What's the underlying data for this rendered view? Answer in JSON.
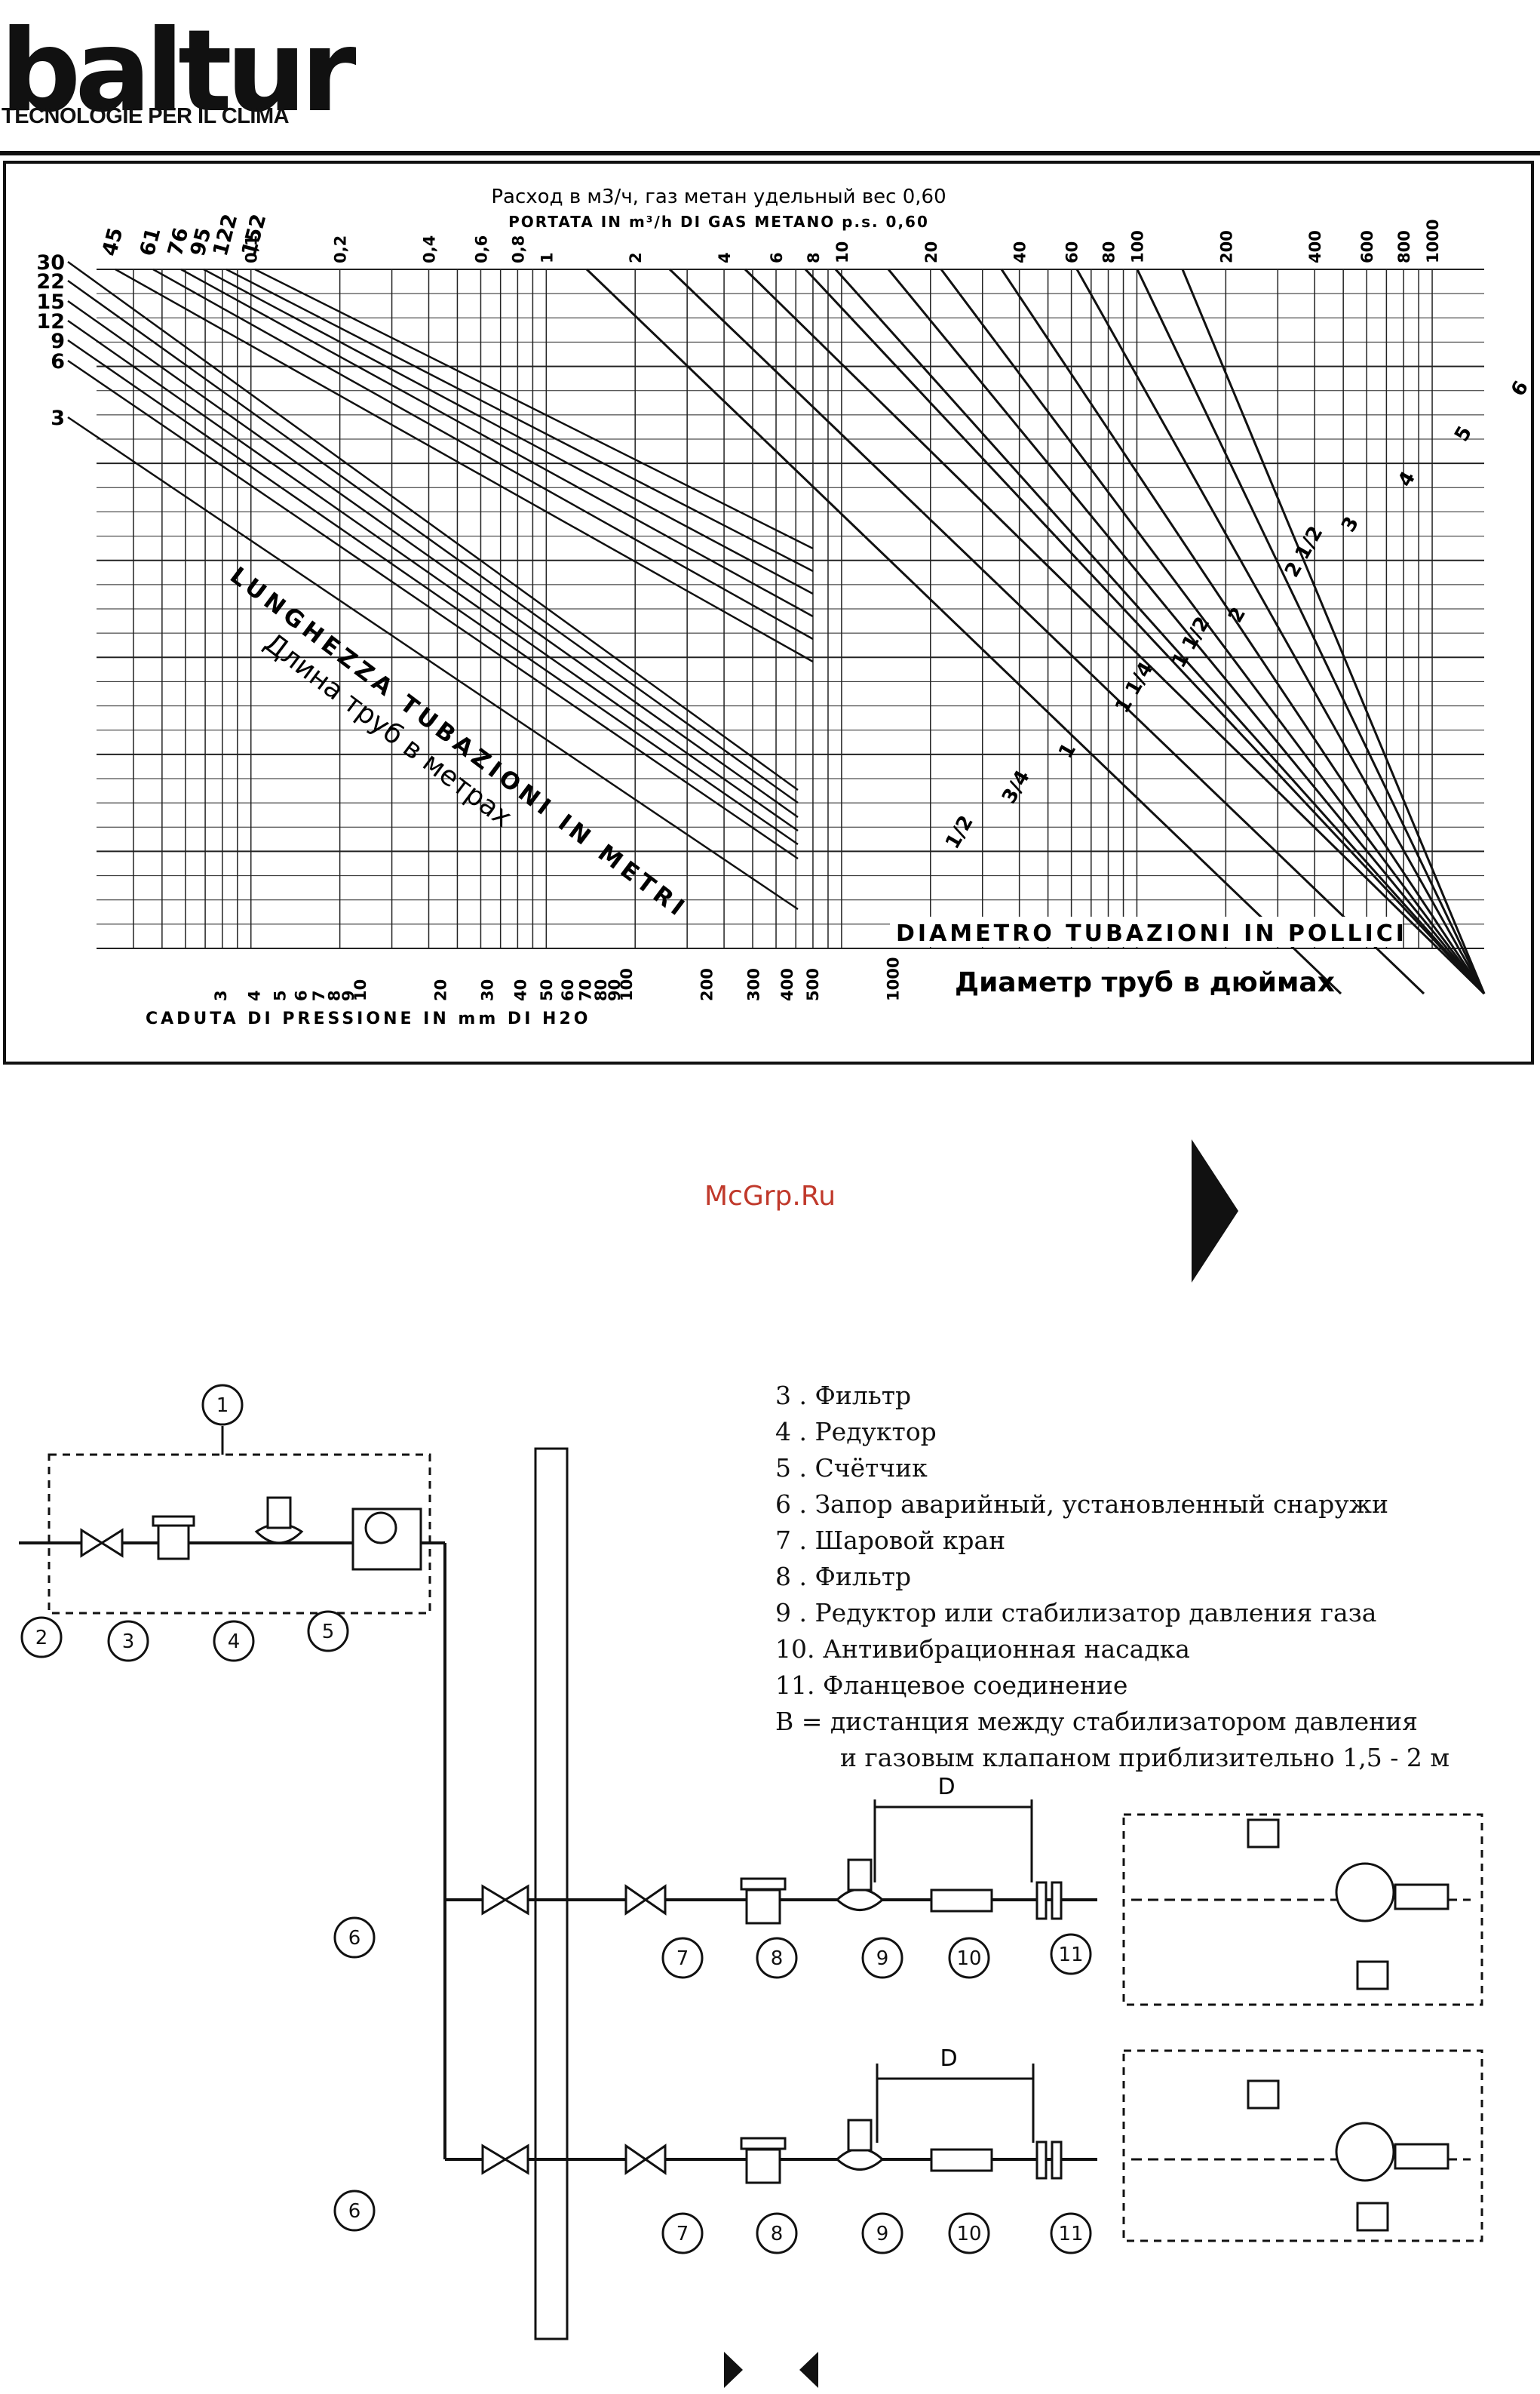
{
  "header": {
    "brand": "baltur",
    "tagline": "TECNOLOGIE PER IL CLIMA"
  },
  "chart_data": {
    "type": "line",
    "title_ru": "Расход в м3/ч, газ метан удельный вес 0,60",
    "title_it": "PORTATA IN m³/h DI GAS METANO p.s. 0,60",
    "xlabel": "CADUTA DI PRESSIONE IN mm DI H2O",
    "flow_ticks": [
      "0,1",
      "0,2",
      "0,4",
      "0,6",
      "0,8",
      "1",
      "2",
      "4",
      "6",
      "8",
      "10",
      "20",
      "40",
      "60",
      "80",
      "100",
      "200",
      "400",
      "600",
      "800",
      "1000"
    ],
    "pressure_ticks": [
      "3",
      "4",
      "5",
      "6",
      "7",
      "8",
      "9",
      "10",
      "20",
      "30",
      "40",
      "50",
      "60",
      "70",
      "80",
      "90",
      "100",
      "200",
      "300",
      "400",
      "500",
      "1000"
    ],
    "length_left": [
      "30",
      "22",
      "15",
      "12",
      "9",
      "6",
      "3"
    ],
    "length_top": [
      "45",
      "61",
      "76",
      "95",
      "122",
      "152"
    ],
    "series_label_it": "LUNGHEZZA TUBAZIONI IN METRI",
    "series_label_ru": "Длина труб в метрах",
    "diameter_label_it": "DIAMETRO TUBAZIONI IN POLLICI",
    "diameter_label_ru": "Диаметр труб в дюймах",
    "diameters": [
      "1/2",
      "3/4",
      "1",
      "1 1/4",
      "1 1/2",
      "2",
      "2 1/2",
      "3",
      "4",
      "5",
      "6"
    ]
  },
  "watermark": "McGrp.Ru",
  "legend": [
    "3 . Фильтр",
    "4 . Редуктор",
    "5 . Счётчик",
    "6 . Запор аварийный, установленный снаружи",
    "7 . Шаровой кран",
    "8 . Фильтр",
    "9 . Редуктор или стабилизатор давления газа",
    "10. Антивибрационная насадка",
    "11. Фланцевое соединение",
    "B = дистанция между стабилизатором давления",
    "и газовым клапаном приблизительно 1,5 - 2 м"
  ],
  "diagram": {
    "distance_label": "D",
    "callouts": [
      "1",
      "2",
      "3",
      "4",
      "5",
      "6",
      "7",
      "8",
      "9",
      "10",
      "11"
    ]
  }
}
